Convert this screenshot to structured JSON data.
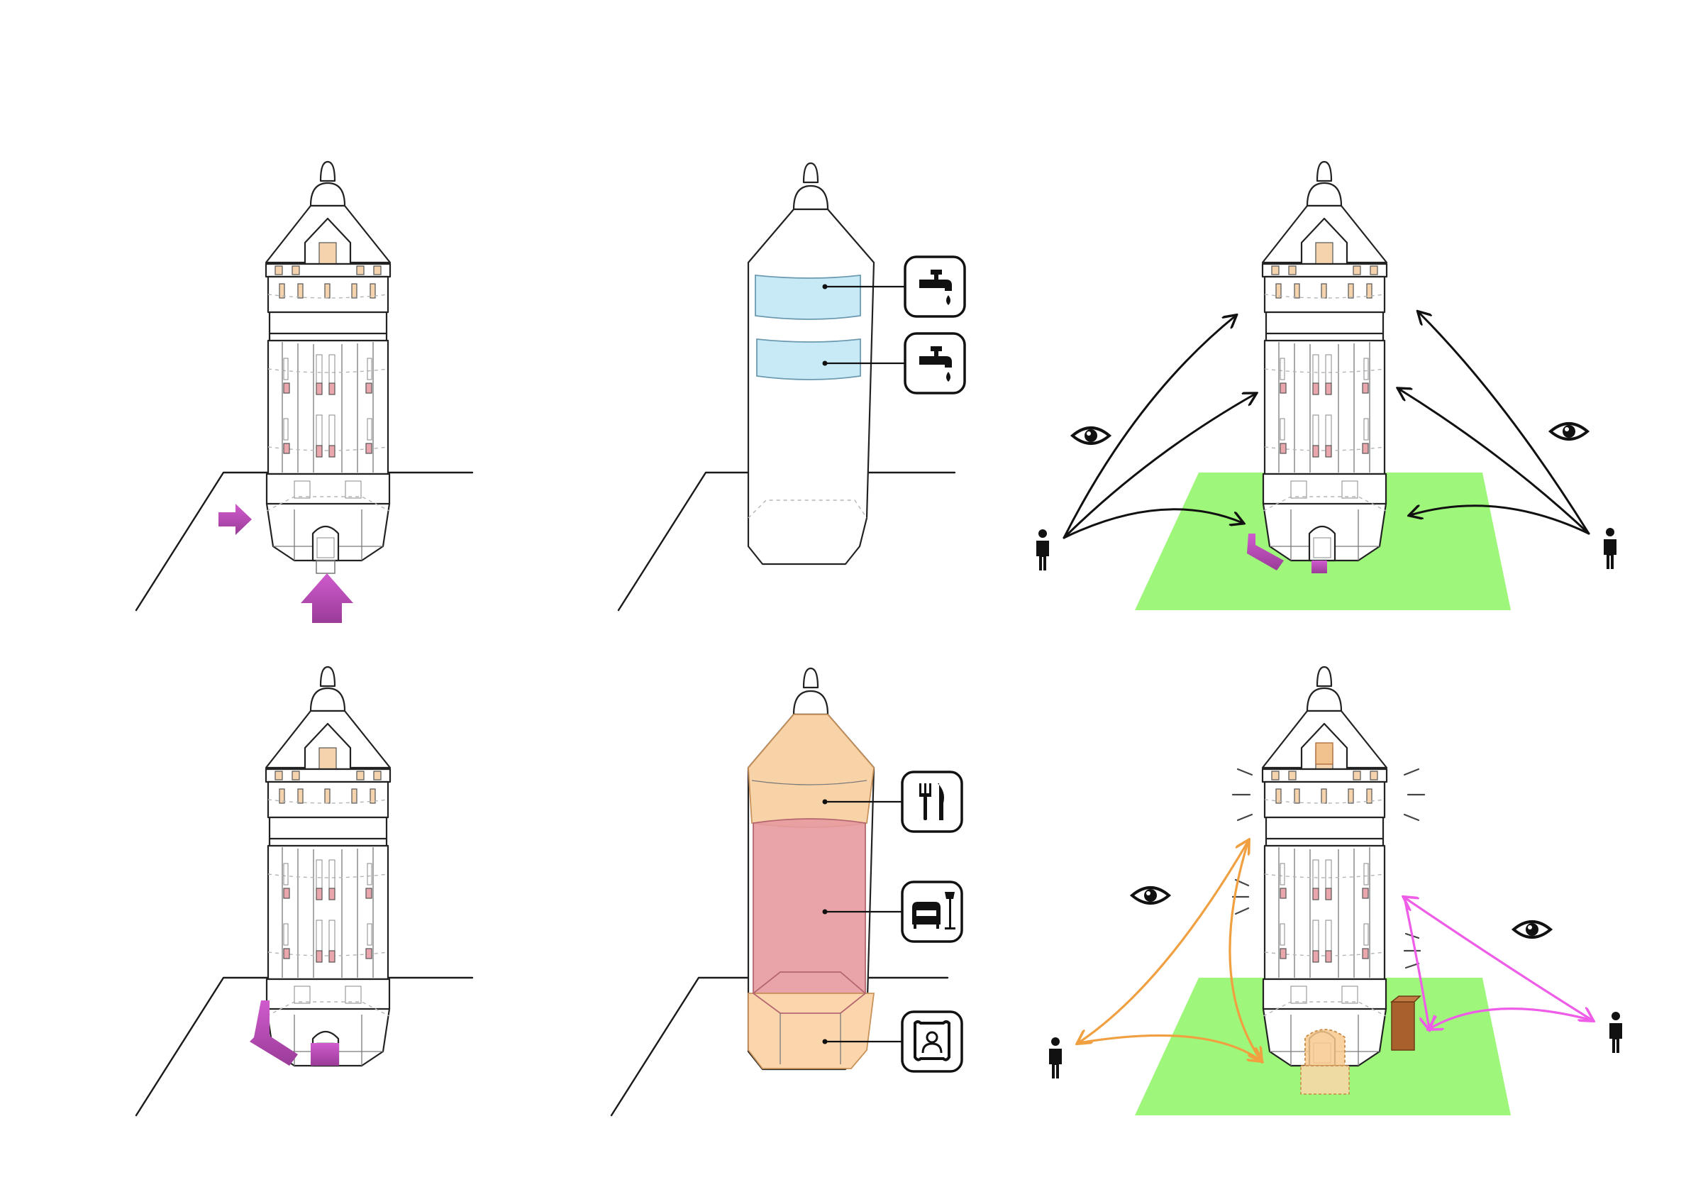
{
  "colors": {
    "background": "#ffffff",
    "line": "#1a1a1a",
    "entrance_purple": "#b445b0",
    "water_blue": "#c8eaf7",
    "restaurant_orange": "#f9d3a8",
    "lounge_red": "#e59a9f",
    "exhibit_orange": "#fbd6ac",
    "site_green": "#9ef67a",
    "view_orange": "#f0a040",
    "view_pink": "#ee5ce8",
    "furniture_brown": "#a8602d"
  },
  "panels": [
    {
      "id": "entrances",
      "icons": [
        "entrance-arrow-icon",
        "entrance-arrow-icon"
      ]
    },
    {
      "id": "water-tanks",
      "icons": [
        "faucet-icon",
        "faucet-icon"
      ]
    },
    {
      "id": "views-from-site",
      "icons": [
        "eye-icon",
        "eye-icon",
        "person-icon",
        "person-icon"
      ]
    },
    {
      "id": "new-entrance",
      "icons": [
        "ramp-icon"
      ]
    },
    {
      "id": "program",
      "icons": [
        "cutlery-icon",
        "armchair-lamp-icon",
        "portrait-frame-icon"
      ]
    },
    {
      "id": "visibility",
      "icons": [
        "eye-icon",
        "eye-icon",
        "person-icon",
        "person-icon"
      ]
    }
  ]
}
